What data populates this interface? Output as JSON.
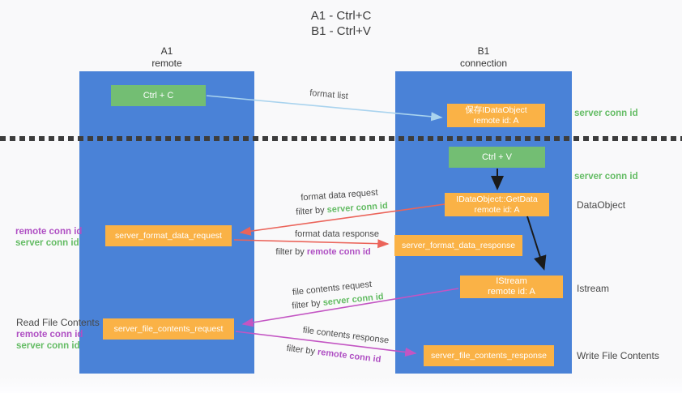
{
  "title": {
    "line1": "A1 - Ctrl+C",
    "line2": "B1 - Ctrl+V"
  },
  "columns": {
    "a": {
      "name": "A1",
      "subtitle": "remote"
    },
    "b": {
      "name": "B1",
      "subtitle": "connection"
    }
  },
  "boxes": {
    "ctrl_c": {
      "label": "Ctrl + C"
    },
    "save_idataobject": {
      "line1": "保存IDataObject",
      "line2": "remote id: A"
    },
    "ctrl_v": {
      "label": "Ctrl + V"
    },
    "getdata": {
      "line1": "IDataObject::GetData",
      "line2": "remote id: A"
    },
    "format_request": {
      "label": "server_format_data_request"
    },
    "format_response": {
      "label": "server_format_data_response"
    },
    "istream": {
      "line1": "IStream",
      "line2": "remote id: A"
    },
    "file_request": {
      "label": "server_file_contents_request"
    },
    "file_response": {
      "label": "server_file_contents_response"
    }
  },
  "flow_labels": {
    "format_list": "format list",
    "format_data_request": "format data request",
    "format_data_response": "format data response",
    "file_contents_request": "file contents request",
    "file_contents_response": "file contents response",
    "filter_by": "filter by ",
    "server_conn_id": "server conn id",
    "remote_conn_id": "remote conn id"
  },
  "side_labels": {
    "right": {
      "server_conn_id_top": "server conn id",
      "server_conn_id_mid": "server conn id",
      "dataobject": "DataObject",
      "istream": "Istream",
      "write_file_contents": "Write File Contents"
    },
    "left": {
      "remote_conn_id_top": "remote conn id",
      "server_conn_id_top": "server conn id",
      "read_file_contents": "Read File Contents",
      "remote_conn_id_bottom": "remote conn id",
      "server_conn_id_bottom": "server conn id"
    }
  },
  "colors": {
    "column_blue": "#4a82d7",
    "box_green": "#73be73",
    "box_orange": "#fab246",
    "green_text": "#64bc64",
    "purple_text": "#af4fc3",
    "arrow_light_blue": "#a9d3ee",
    "arrow_red": "#eb645a",
    "arrow_magenta": "#c355c3",
    "arrow_black": "#1a1a1a",
    "dotted_line": "#3d3d3d"
  }
}
